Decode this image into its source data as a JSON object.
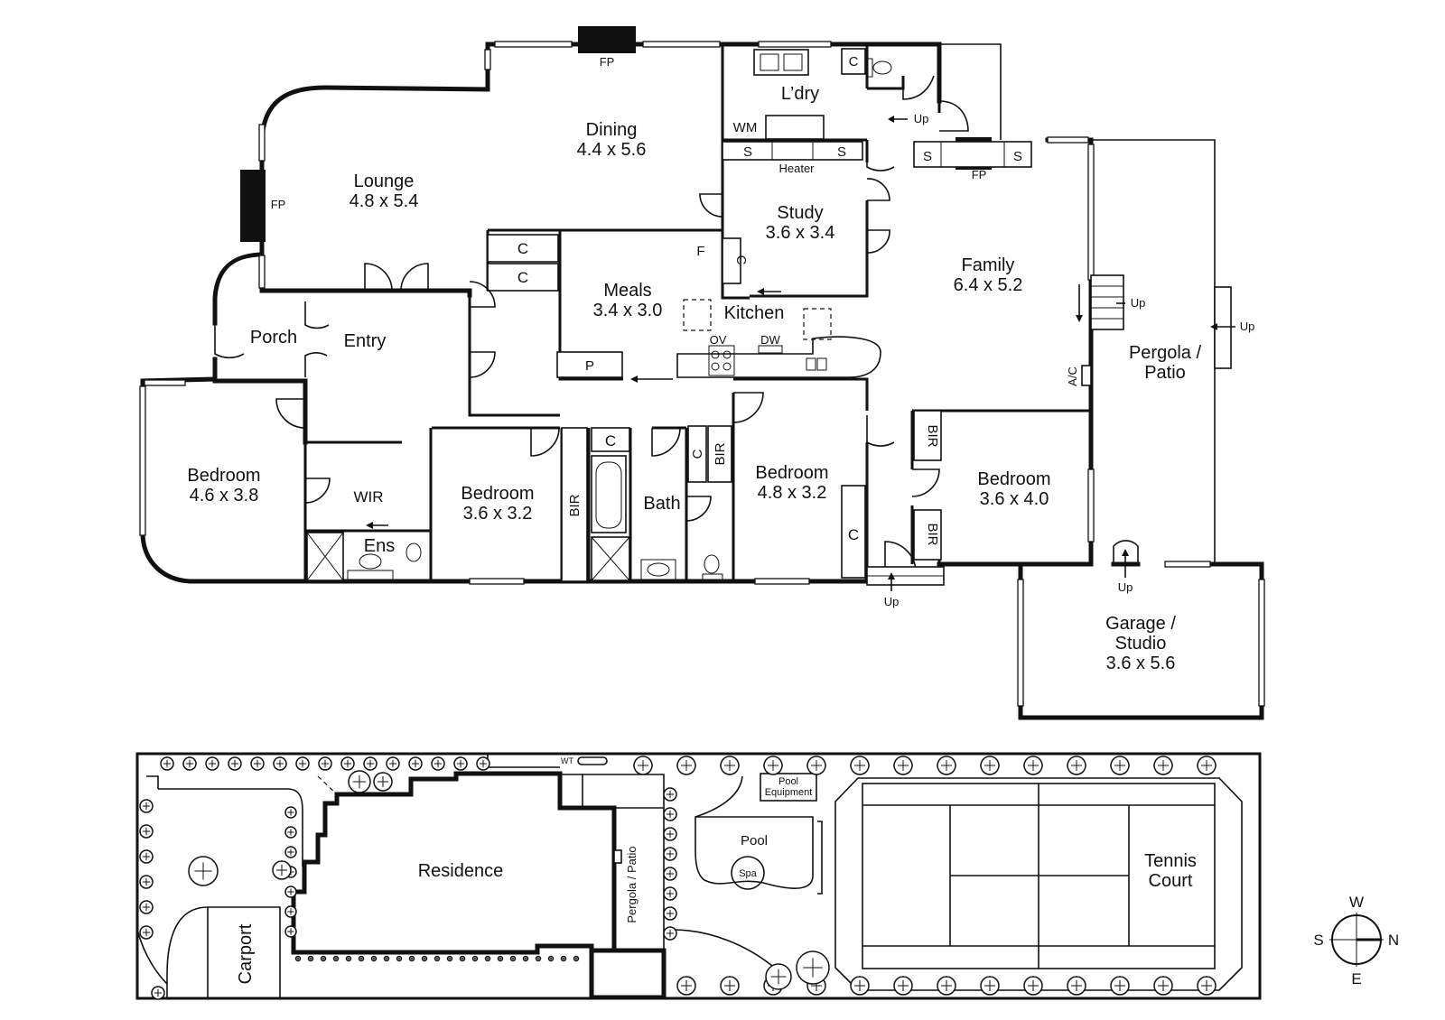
{
  "rooms": {
    "dining": {
      "name": "Dining",
      "size": "4.4 x 5.6"
    },
    "lounge": {
      "name": "Lounge",
      "size": "4.8 x 5.4"
    },
    "laundry": {
      "name": "L’dry"
    },
    "study": {
      "name": "Study",
      "size": "3.6 x 3.4"
    },
    "family": {
      "name": "Family",
      "size": "6.4 x 5.2"
    },
    "meals": {
      "name": "Meals",
      "size": "3.4 x 3.0"
    },
    "kitchen": {
      "name": "Kitchen"
    },
    "porch": {
      "name": "Porch"
    },
    "entry": {
      "name": "Entry"
    },
    "pergola": {
      "line1": "Pergola /",
      "line2": "Patio"
    },
    "bed1": {
      "name": "Bedroom",
      "size": "4.6 x 3.8"
    },
    "wir": {
      "name": "WIR"
    },
    "ens": {
      "name": "Ens"
    },
    "bed2": {
      "name": "Bedroom",
      "size": "3.6 x 3.2"
    },
    "bath": {
      "name": "Bath"
    },
    "bed3": {
      "name": "Bedroom",
      "size": "4.8 x 3.2"
    },
    "bed4": {
      "name": "Bedroom",
      "size": "3.6 x 4.0"
    },
    "garage": {
      "line1": "Garage /",
      "line2": "Studio",
      "size": "3.6 x 5.6"
    }
  },
  "fixtures": {
    "fp": "FP",
    "c": "C",
    "s": "S",
    "wm": "WM",
    "heater": "Heater",
    "f": "F",
    "ov": "OV",
    "dw": "DW",
    "p": "P",
    "bir": "BIR",
    "ac": "A/C",
    "up": "Up"
  },
  "site": {
    "residence": "Residence",
    "carport": "Carport",
    "pergola_patio": "Pergola / Patio",
    "pool": "Pool",
    "spa": "Spa",
    "pool_equipment_1": "Pool",
    "pool_equipment_2": "Equipment",
    "wt": "WT",
    "tennis_1": "Tennis",
    "tennis_2": "Court"
  },
  "compass": {
    "n": "N",
    "s": "S",
    "e": "E",
    "w": "W"
  }
}
